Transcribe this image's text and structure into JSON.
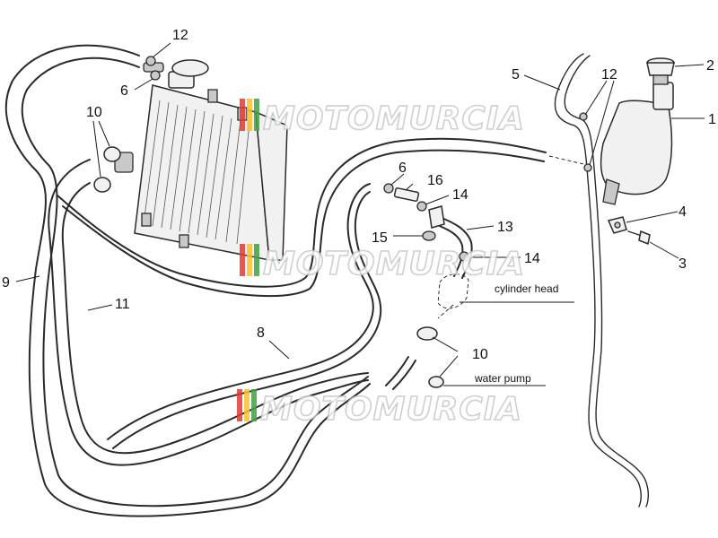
{
  "watermark": {
    "text": "MOTOMURCIA",
    "colors": [
      "#e53935",
      "#fbc02d",
      "#43a047",
      "#1e88e5"
    ]
  },
  "callouts": {
    "n1": "1",
    "n2": "2",
    "n3": "3",
    "n4": "4",
    "n5": "5",
    "n6a": "6",
    "n6b": "6",
    "n8": "8",
    "n9": "9",
    "n10a": "10",
    "n10b": "10",
    "n11": "11",
    "n12a": "12",
    "n12b": "12",
    "n13": "13",
    "n14a": "14",
    "n14b": "14",
    "n15": "15",
    "n16": "16"
  },
  "annotations": {
    "cylinder_head": "cylinder head",
    "water_pump": "water pump"
  }
}
